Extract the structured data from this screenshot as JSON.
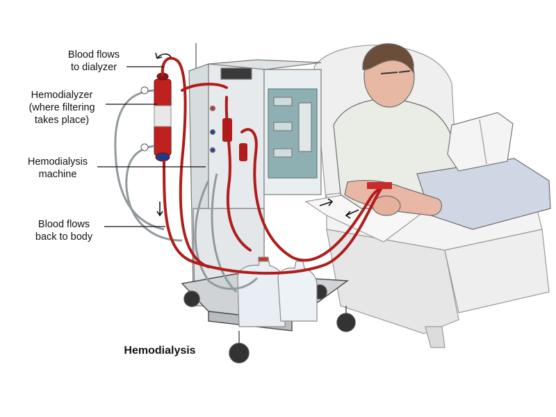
{
  "labels": {
    "blood_flows_to_dialyzer": [
      "Blood flows",
      "to dialyzer"
    ],
    "hemodialyzer": [
      "Hemodialyzer",
      "(where filtering",
      "takes place)"
    ],
    "hemodialysis_machine": [
      "Hemodialysis",
      "machine"
    ],
    "blood_flows_back": [
      "Blood flows",
      "back to body"
    ]
  },
  "caption": "Hemodialysis",
  "colors": {
    "blood_tube": "#b01c1c",
    "machine_body": "#e4e8ea",
    "panel": "#8fb0b2",
    "skin": "#e8b7a6",
    "chair": "#ededed",
    "ink": "#222222"
  }
}
